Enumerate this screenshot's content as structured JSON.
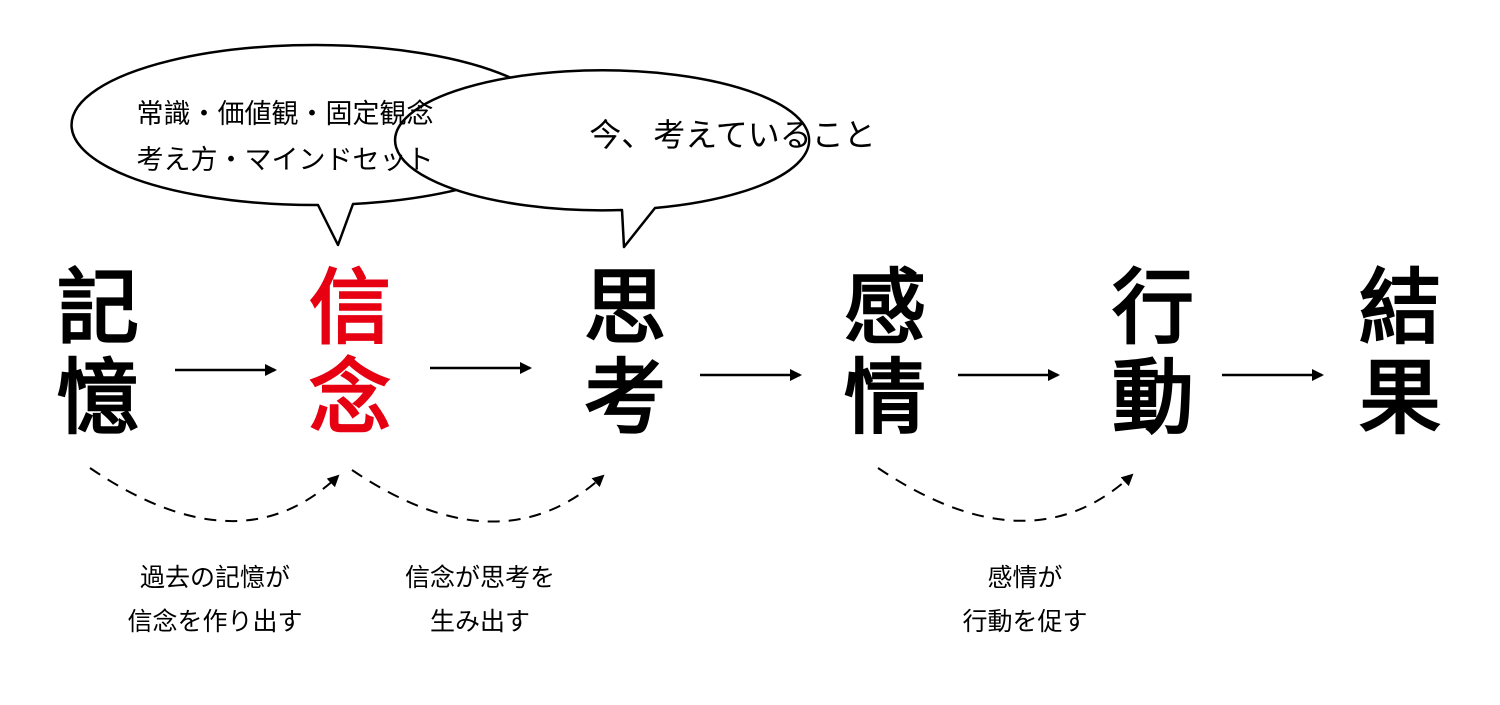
{
  "colors": {
    "text": "#000000",
    "highlight": "#e60012",
    "background": "#ffffff"
  },
  "bubbles": [
    {
      "line1": "常識・価値観・固定観念",
      "line2": "考え方・マインドセット"
    },
    {
      "line1": "今、考えていること"
    }
  ],
  "nodes": [
    {
      "char1": "記",
      "char2": "憶",
      "highlight": false
    },
    {
      "char1": "信",
      "char2": "念",
      "highlight": true
    },
    {
      "char1": "思",
      "char2": "考",
      "highlight": false
    },
    {
      "char1": "感",
      "char2": "情",
      "highlight": false
    },
    {
      "char1": "行",
      "char2": "動",
      "highlight": false
    },
    {
      "char1": "結",
      "char2": "果",
      "highlight": false
    }
  ],
  "captions": [
    {
      "line1": "過去の記憶が",
      "line2": "信念を作り出す"
    },
    {
      "line1": "信念が思考を",
      "line2": "生み出す"
    },
    {
      "line1": "感情が",
      "line2": "行動を促す"
    }
  ]
}
